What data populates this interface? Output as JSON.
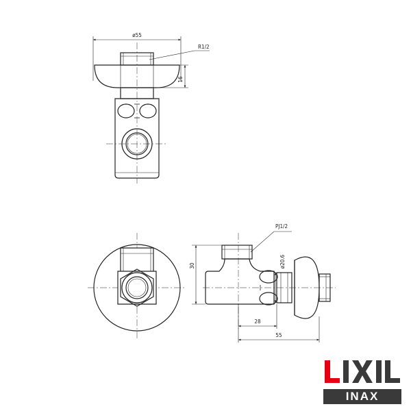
{
  "top_view": {
    "width_dim": "ø55",
    "thread_label": "R1/2",
    "height_dim": "16"
  },
  "side_view": {
    "thread_label": "PJ1/2",
    "height_dim": "30",
    "diameter_dim": "ø20.6",
    "depth_dim": "28",
    "total_dim": "55"
  },
  "brand": {
    "logo_main": "LIXIL",
    "logo_sub": "INAX",
    "colors": {
      "lixil_red": "#e60012",
      "lixil_dark": "#3a3a3a"
    }
  }
}
